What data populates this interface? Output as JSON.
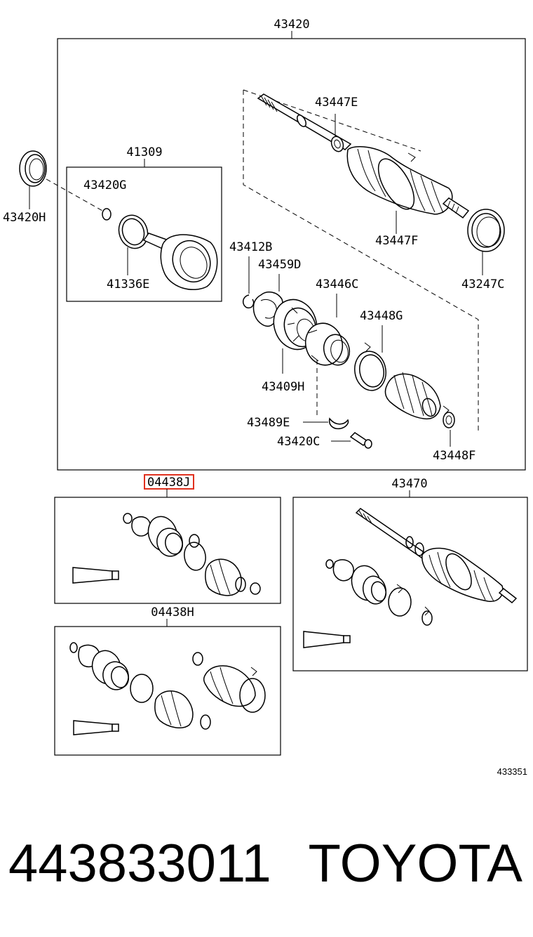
{
  "labels": {
    "p43420": "43420",
    "p41309": "41309",
    "p43420g": "43420G",
    "p43420h": "43420H",
    "p41336e": "41336E",
    "p43447e": "43447E",
    "p43447f": "43447F",
    "p43247c": "43247C",
    "p43412b": "43412B",
    "p43459d": "43459D",
    "p43446c": "43446C",
    "p43448g": "43448G",
    "p43409h": "43409H",
    "p43489e": "43489E",
    "p43420c": "43420C",
    "p43448f": "43448F",
    "p04438j": "04438J",
    "p43470": "43470",
    "p04438h": "04438H"
  },
  "highlight_color": "#e0301e",
  "diagram_code": "433351",
  "footer": {
    "part_number": "443833011",
    "brand": "TOYOTA"
  }
}
